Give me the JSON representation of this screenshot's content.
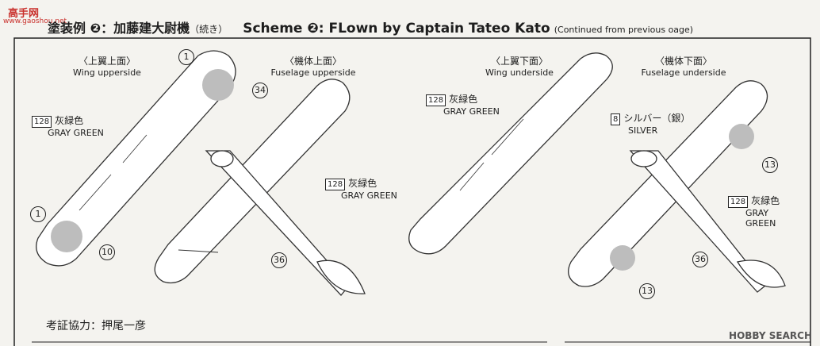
{
  "site_logo": "高手网",
  "site_logo_sub": "www.gaoshou.net",
  "header": {
    "jp": "塗装例 ❷：加藤建大尉機",
    "jp_note": "（続き）",
    "en": "Scheme ❷: FLown by Captain Tateo Kato",
    "en_note": "(Continued from previous oage)"
  },
  "views": [
    {
      "jp": "〈上翼上面〉",
      "en": "Wing upperside"
    },
    {
      "jp": "〈機体上面〉",
      "en": "Fuselage upperside"
    },
    {
      "jp": "〈上翼下面〉",
      "en": "Wing underside"
    },
    {
      "jp": "〈機体下面〉",
      "en": "Fuselage underside"
    }
  ],
  "colors": {
    "gray_green_code": "128",
    "gray_green_jp": "灰緑色",
    "gray_green_en": "GRAY GREEN",
    "gray_en_1": "GRAY",
    "gray_en_2": "GREEN",
    "silver_code": "8",
    "silver_jp": "シルバー（銀）",
    "silver_en": "SILVER"
  },
  "parts": [
    "1",
    "34",
    "1",
    "10",
    "36",
    "13",
    "36",
    "13"
  ],
  "credit": "考証協力：押尾一彦",
  "watermark": "HOBBY SEARCH"
}
